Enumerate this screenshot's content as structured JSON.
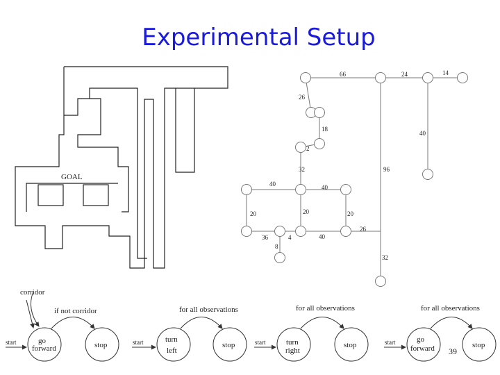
{
  "slide": {
    "title": "Experimental Setup",
    "page_number": "39"
  },
  "maze": {
    "goal_label": "GOAL"
  },
  "graph": {
    "edge_labels": [
      "66",
      "24",
      "14",
      "26",
      "18",
      "40",
      "2",
      "96",
      "32",
      "40",
      "40",
      "20",
      "20",
      "20",
      "26",
      "36",
      "4",
      "40",
      "8",
      "32"
    ]
  },
  "controllers": [
    {
      "start_label": "start",
      "action_label": [
        "go",
        "forward"
      ],
      "stop_label": "stop",
      "transition_label": "if not corridor",
      "extra_label": "corridor"
    },
    {
      "start_label": "start",
      "action_label": [
        "turn",
        "left"
      ],
      "stop_label": "stop",
      "transition_label": "for all observations"
    },
    {
      "start_label": "start",
      "action_label": [
        "turn",
        "right"
      ],
      "stop_label": "stop",
      "transition_label": "for all observations"
    },
    {
      "start_label": "start",
      "action_label": [
        "go",
        "forward"
      ],
      "stop_label": "stop",
      "transition_label": "for all observations"
    }
  ]
}
